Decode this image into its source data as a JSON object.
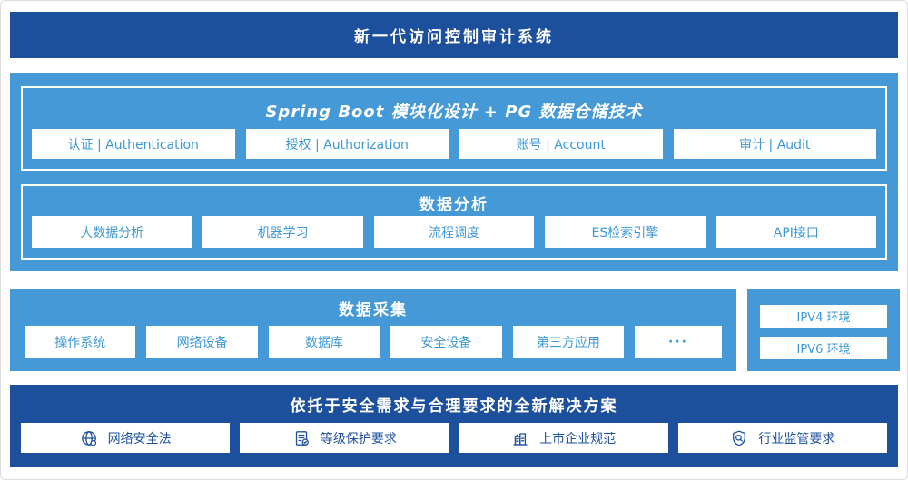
{
  "banner": {
    "title": "新一代访问控制审计系统"
  },
  "platform": {
    "title": "Spring Boot 模块化设计 + PG 数据仓储技术",
    "modules": [
      "认证 | Authentication",
      "授权 | Authorization",
      "账号 | Account",
      "审计 | Audit"
    ]
  },
  "analysis": {
    "title": "数据分析",
    "modules": [
      "大数据分析",
      "机器学习",
      "流程调度",
      "ES检索引擎",
      "API接口"
    ]
  },
  "collection": {
    "title": "数据采集",
    "modules": [
      "操作系统",
      "网络设备",
      "数据库",
      "安全设备",
      "第三方应用",
      "···"
    ]
  },
  "environments": {
    "items": [
      "IPV4 环境",
      "IPV6 环境"
    ]
  },
  "solution": {
    "title": "依托于安全需求与合理要求的全新解决方案",
    "items": [
      {
        "icon": "globe-icon",
        "label": "网络安全法"
      },
      {
        "icon": "document-check-icon",
        "label": "等级保护要求"
      },
      {
        "icon": "building-icon",
        "label": "上市企业规范"
      },
      {
        "icon": "shield-search-icon",
        "label": "行业监管要求"
      }
    ]
  },
  "colors": {
    "dark_blue": "#1C4F9C",
    "light_blue": "#4499D6",
    "box_text_blue": "#3E98D6",
    "white": "#FFFFFF"
  }
}
